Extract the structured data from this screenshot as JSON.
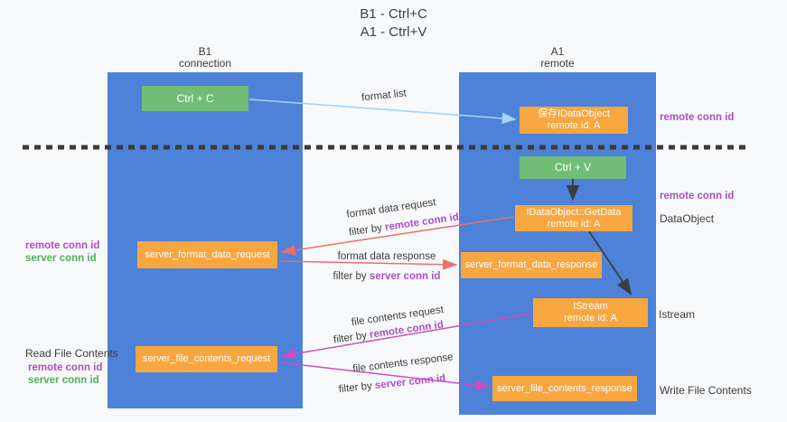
{
  "title": {
    "line1": "B1 - Ctrl+C",
    "line2": "A1 - Ctrl+V"
  },
  "columns": {
    "left": {
      "name": "B1",
      "sub": "connection"
    },
    "right": {
      "name": "A1",
      "sub": "remote"
    }
  },
  "boxes": {
    "ctrl_c": "Ctrl + C",
    "ctrl_v": "Ctrl + V",
    "save_dataobject": {
      "line1": "保存IDataObject",
      "line2": "remote id: A"
    },
    "getdata": {
      "line1": "IDataObject::GetData",
      "line2": "remote id: A"
    },
    "istream": {
      "line1": "IStream",
      "line2": "remote id: A"
    },
    "format_request": "server_format_data_request",
    "format_response": "server_format_data_response",
    "file_request": "server_file_contents_request",
    "file_response": "server_file_contents_response"
  },
  "labels": {
    "format_list": "format list",
    "format_data_request": "format data request",
    "format_data_response": "format data response",
    "file_contents_request": "file contents request",
    "file_contents_response": "file contents response",
    "filter_by": "filter by ",
    "remote_conn_id": "remote conn id",
    "server_conn_id": "server conn id",
    "dataobject": "DataObject",
    "istream": "Istream",
    "read_file_contents": "Read File Contents",
    "write_file_contents": "Write File Contents"
  },
  "colors": {
    "lane_blue": "#4d82d8",
    "box_green": "#71bd76",
    "box_orange": "#f7a640",
    "purple_label": "#ab4fc3",
    "green_label": "#53ae58",
    "red_arrow": "#e8716b",
    "magenta_arrow": "#cb4ec0",
    "light_blue_arrow": "#a5d2f3",
    "black": "#3d3d3d",
    "background": "#f7f8fa"
  }
}
